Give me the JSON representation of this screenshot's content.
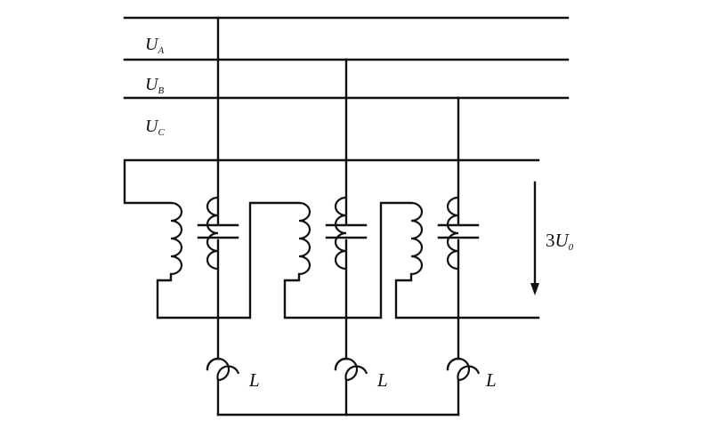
{
  "labels": {
    "phase_a": {
      "main": "U",
      "sub": "A"
    },
    "phase_b": {
      "main": "U",
      "sub": "B"
    },
    "phase_c": {
      "main": "U",
      "sub": "C"
    },
    "open_delta_voltage": {
      "prefix": "3",
      "main": "U",
      "sub": "0"
    },
    "lamps": [
      "L",
      "L",
      "L"
    ]
  },
  "colors": {
    "line": "#111111",
    "background": "#ffffff"
  }
}
